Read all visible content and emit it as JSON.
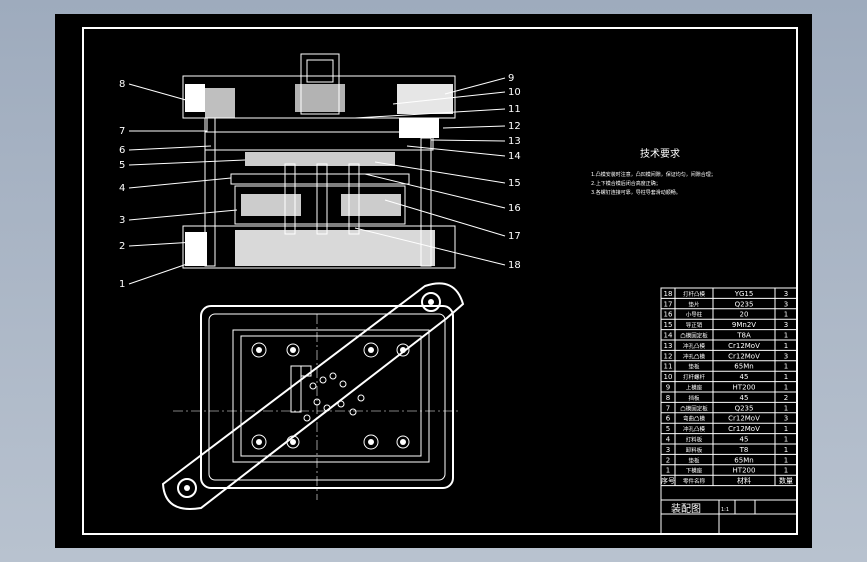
{
  "tech": {
    "title": "技术要求",
    "lines": [
      "1.凸模安装时注意，凸凹模间隙，保证均匀，间隙合理；",
      "2.上下模合模后闭合高度正确；",
      "3.各螺钉连接可靠，导柱导套滑动顺畅。"
    ]
  },
  "callouts_left": [
    "8",
    "7",
    "6",
    "5",
    "4",
    "3",
    "2",
    "1"
  ],
  "callouts_right": [
    "9",
    "10",
    "11",
    "12",
    "13",
    "14",
    "15",
    "16",
    "17",
    "18"
  ],
  "bom": {
    "rows": [
      {
        "no": "18",
        "name": "打杆凸模",
        "material": "YG15",
        "qty": "3"
      },
      {
        "no": "17",
        "name": "垫片",
        "material": "Q235",
        "qty": "3"
      },
      {
        "no": "16",
        "name": "小导柱",
        "material": "20",
        "qty": "1"
      },
      {
        "no": "15",
        "name": "导正销",
        "material": "9Mn2V",
        "qty": "3"
      },
      {
        "no": "14",
        "name": "凸模固定板",
        "material": "T8A",
        "qty": "1"
      },
      {
        "no": "13",
        "name": "冲孔凸模",
        "material": "Cr12MoV",
        "qty": "1"
      },
      {
        "no": "12",
        "name": "冲孔凸模",
        "material": "Cr12MoV",
        "qty": "3"
      },
      {
        "no": "11",
        "name": "垫板",
        "material": "65Mn",
        "qty": "1"
      },
      {
        "no": "10",
        "name": "打杆螺杆",
        "material": "45",
        "qty": "1"
      },
      {
        "no": "9",
        "name": "上模座",
        "material": "HT200",
        "qty": "1"
      },
      {
        "no": "8",
        "name": "挡板",
        "material": "45",
        "qty": "2"
      },
      {
        "no": "7",
        "name": "凸模固定板",
        "material": "Q235",
        "qty": "1"
      },
      {
        "no": "6",
        "name": "弯曲凸模",
        "material": "Cr12MoV",
        "qty": "3"
      },
      {
        "no": "5",
        "name": "冲孔凸模",
        "material": "Cr12MoV",
        "qty": "1"
      },
      {
        "no": "4",
        "name": "打料板",
        "material": "45",
        "qty": "1"
      },
      {
        "no": "3",
        "name": "卸料板",
        "material": "T8",
        "qty": "1"
      },
      {
        "no": "2",
        "name": "垫板",
        "material": "65Mn",
        "qty": "1"
      },
      {
        "no": "1",
        "name": "下模座",
        "material": "HT200",
        "qty": "1"
      }
    ],
    "header": {
      "no": "序号",
      "name": "零件名称",
      "material": "材料",
      "qty": "数量"
    }
  },
  "title_block": {
    "title": "装配图",
    "scale": "1:1"
  }
}
